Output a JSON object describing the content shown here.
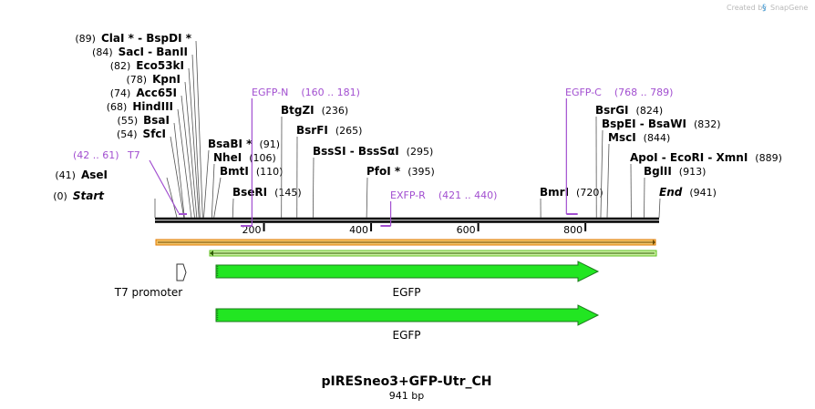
{
  "credit": {
    "prefix": "Created by",
    "brand": "SnapGene"
  },
  "sequence": {
    "length": 941,
    "title": "pIRESneo3+GFP-Utr_CH",
    "subtitle": "941 bp"
  },
  "ruler_ticks": [
    {
      "value": 200,
      "label": "200"
    },
    {
      "value": 400,
      "label": "400"
    },
    {
      "value": 600,
      "label": "600"
    },
    {
      "value": 800,
      "label": "800"
    }
  ],
  "left_sites": [
    {
      "pos": 89,
      "pos_label": "(89)",
      "name": "ClaI *  -  BspDI *"
    },
    {
      "pos": 84,
      "pos_label": "(84)",
      "name": "SacI  -  BanII"
    },
    {
      "pos": 82,
      "pos_label": "(82)",
      "name": "Eco53kI"
    },
    {
      "pos": 78,
      "pos_label": "(78)",
      "name": "KpnI"
    },
    {
      "pos": 74,
      "pos_label": "(74)",
      "name": "Acc65I"
    },
    {
      "pos": 68,
      "pos_label": "(68)",
      "name": "HindIII"
    },
    {
      "pos": 55,
      "pos_label": "(55)",
      "name": "BsaI"
    },
    {
      "pos": 54,
      "pos_label": "(54)",
      "name": "SfcI"
    },
    {
      "pos": 41,
      "pos_label": "(41)",
      "name": "AseI"
    },
    {
      "pos": 0,
      "pos_label": "(0)",
      "name": "Start"
    }
  ],
  "right_sites": [
    {
      "pos": 91,
      "pos_label": "(91)",
      "name": "BsaBI *"
    },
    {
      "pos": 106,
      "pos_label": "(106)",
      "name": "NheI"
    },
    {
      "pos": 110,
      "pos_label": "(110)",
      "name": "BmtI"
    },
    {
      "pos": 145,
      "pos_label": "(145)",
      "name": "BseRI"
    },
    {
      "pos": 236,
      "pos_label": "(236)",
      "name": "BtgZI"
    },
    {
      "pos": 265,
      "pos_label": "(265)",
      "name": "BsrFI"
    },
    {
      "pos": 295,
      "pos_label": "(295)",
      "name": "BssSI  -  BssSαI"
    },
    {
      "pos": 395,
      "pos_label": "(395)",
      "name": "PfoI *"
    },
    {
      "pos": 720,
      "pos_label": "(720)",
      "name": "BmrI"
    },
    {
      "pos": 824,
      "pos_label": "(824)",
      "name": "BsrGI"
    },
    {
      "pos": 832,
      "pos_label": "(832)",
      "name": "BspEI  -  BsaWI"
    },
    {
      "pos": 844,
      "pos_label": "(844)",
      "name": "MscI"
    },
    {
      "pos": 889,
      "pos_label": "(889)",
      "name": "ApoI  -  EcoRI  -  XmnI"
    },
    {
      "pos": 913,
      "pos_label": "(913)",
      "name": "BglII"
    },
    {
      "pos": 941,
      "pos_label": "(941)",
      "name": "End"
    }
  ],
  "primers": [
    {
      "name": "T7",
      "range": "(42 .. 61)",
      "start": 42,
      "end": 61
    },
    {
      "name": "EGFP-N",
      "range": "(160 .. 181)",
      "start": 160,
      "end": 181
    },
    {
      "name": "EXFP-R",
      "range": "(421 .. 440)",
      "start": 421,
      "end": 440
    },
    {
      "name": "EGFP-C",
      "range": "(768 .. 789)",
      "start": 768,
      "end": 789
    }
  ],
  "features": [
    {
      "name": "T7 promoter",
      "start": 42,
      "end": 61,
      "direction": "forward"
    },
    {
      "name": "EGFP",
      "start": 111,
      "end": 830,
      "direction": "forward"
    },
    {
      "name": "EGFP",
      "start": 111,
      "end": 830,
      "direction": "forward"
    }
  ],
  "colors": {
    "backbone": "#000000",
    "orf_forward": "#b8860b",
    "orf_reverse": "#2e7d00",
    "feature_fill": "#22e622",
    "feature_stroke": "#1a7a1a",
    "primer": "#a24fd0",
    "promoter": "#ffffff",
    "credit": "#b9b9b9",
    "brand": "#3a9ad9"
  }
}
